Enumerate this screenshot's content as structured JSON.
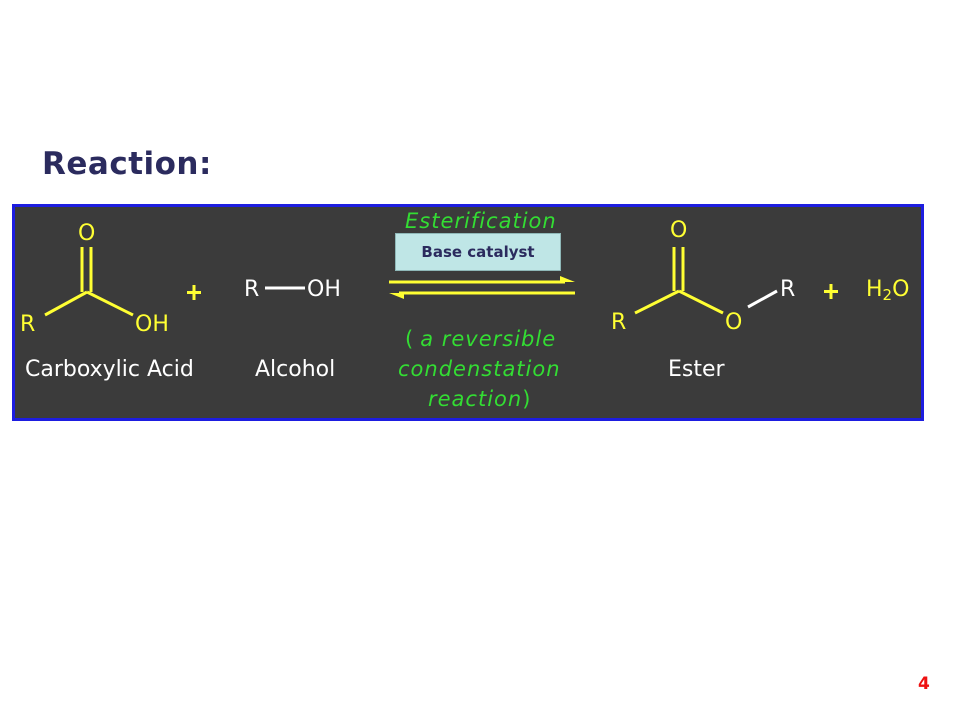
{
  "slide": {
    "title": "Reaction:",
    "page_number": "4"
  },
  "reaction": {
    "reactant1": {
      "label": "Carboxylic Acid",
      "atoms": {
        "o_top": "O",
        "r": "R",
        "oh": "OH"
      }
    },
    "reactant2": {
      "label": "Alcohol",
      "atoms": {
        "r": "R",
        "oh": "OH"
      }
    },
    "arrow_top_text": "Esterification",
    "catalyst_label": "Base catalyst",
    "arrow_bottom_text": {
      "line1_open": "(",
      "line1_italic": "a reversible",
      "line2": "condenstation",
      "line3_italic": "reaction",
      "line3_close": ")"
    },
    "product1": {
      "label": "Ester",
      "atoms": {
        "o_top": "O",
        "r_left": "R",
        "o_link": "O",
        "r_right": "R"
      }
    },
    "product2": {
      "h": "H",
      "sub": "2",
      "o": "O"
    },
    "colors": {
      "panel_bg": "#3b3b3b",
      "panel_border": "#1d1de0",
      "structure": "#ffff33",
      "annotation": "#33dd33",
      "catalyst_bg": "#bfe6e6",
      "title": "#2b2b5e",
      "page_number": "#ee1111"
    }
  }
}
